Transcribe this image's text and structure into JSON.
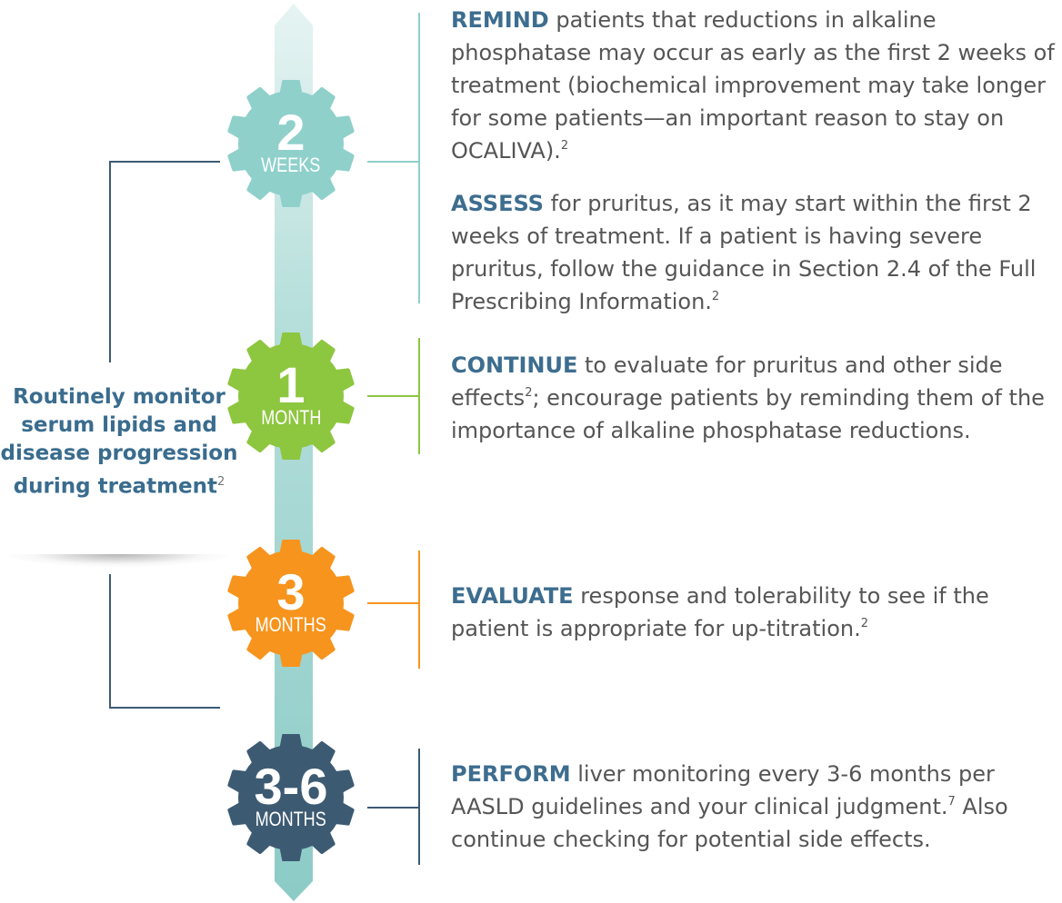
{
  "colors": {
    "stem": "#9fd3cf",
    "bracket": "#3d5a73",
    "label": "#3a6c8e",
    "body_text": "#555555",
    "keyword": "#3d6d8f",
    "teal": "#8fd0cb",
    "green": "#8dc63f",
    "orange": "#f7941d",
    "navy": "#3d5a73"
  },
  "monitor": {
    "text": "Routinely monitor serum lipids and disease progression during treatment",
    "superscript": "2"
  },
  "milestones": [
    {
      "number": "2",
      "unit": "WEEKS",
      "icon": "gear-icon",
      "entries": [
        {
          "keyword": "REMIND",
          "text": " patients that reductions in alkaline phosphatase may occur as early as the first 2 weeks of treatment (biochemical improvement may take longer for some patients—an important reason to stay on OCALIVA).",
          "sup": "2"
        },
        {
          "keyword": "ASSESS",
          "text": " for pruritus, as it may start within the first 2 weeks of treatment. If a patient is having severe pruritus, follow the guidance in Section 2.4 of the Full Prescribing Information.",
          "sup": "2"
        }
      ]
    },
    {
      "number": "1",
      "unit": "MONTH",
      "icon": "gear-icon",
      "entries": [
        {
          "keyword": "CONTINUE",
          "text_a": " to evaluate for pruritus and other side effects",
          "sup_a": "2",
          "text_b": "; encourage patients by reminding them of the importance of alkaline phosphatase reductions."
        }
      ]
    },
    {
      "number": "3",
      "unit": "MONTHS",
      "icon": "gear-icon",
      "entries": [
        {
          "keyword": "EVALUATE",
          "text": " response and tolerability to see if the patient is appropriate for up-titration.",
          "sup": "2"
        }
      ]
    },
    {
      "number": "3-6",
      "unit": "MONTHS",
      "icon": "gear-icon",
      "entries": [
        {
          "keyword": "PERFORM",
          "text_a": " liver monitoring every 3-6 months per AASLD guidelines and your clinical judgment.",
          "sup_a": "7",
          "text_b": " Also continue checking for potential side effects."
        }
      ]
    }
  ]
}
